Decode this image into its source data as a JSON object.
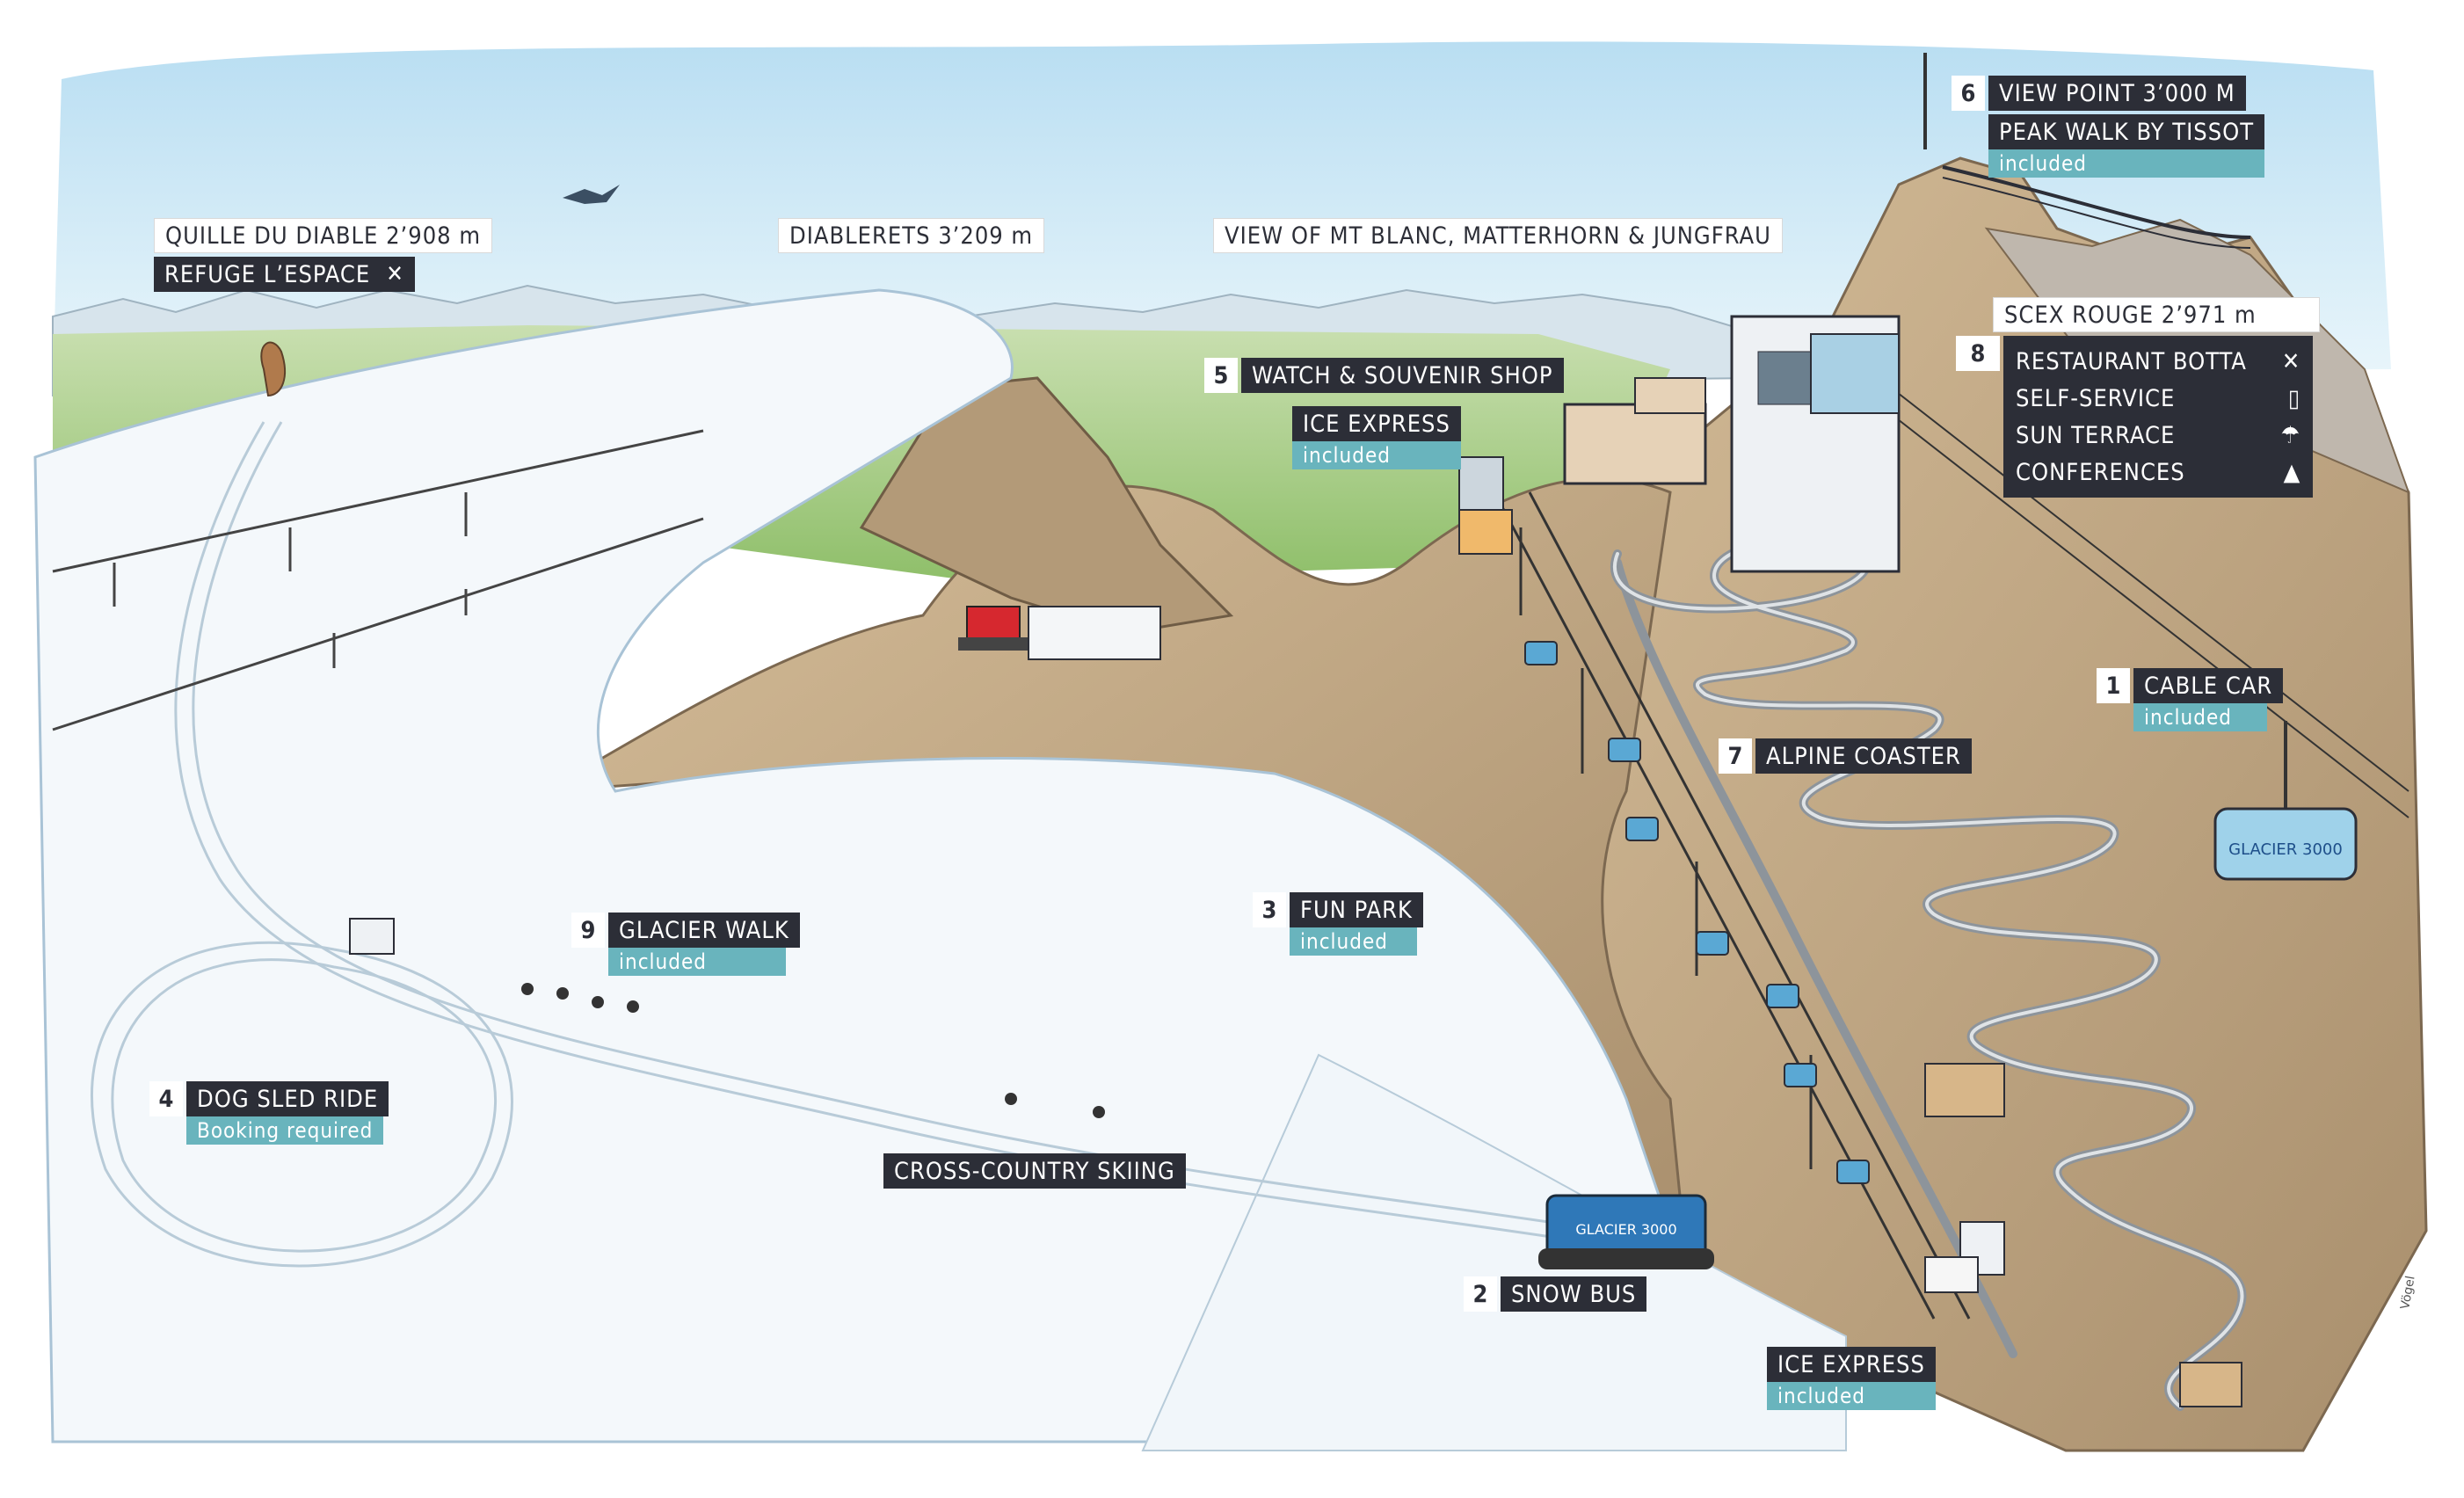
{
  "labels": {
    "quille": {
      "text": "QUILLE DU DIABLE 2’908 m"
    },
    "refuge": {
      "text": "REFUGE L’ESPACE",
      "icon": "fork-knife-icon"
    },
    "diablerets": {
      "text": "DIABLERETS 3’209 m"
    },
    "view": {
      "text": "VIEW OF MT BLANC, MATTERHORN & JUNGFRAU"
    },
    "viewpoint": {
      "num": "6",
      "text": "VIEW POINT 3’000 M"
    },
    "peakwalk": {
      "text": "PEAK WALK BY TISSOT",
      "sub": "included"
    },
    "scex": {
      "text": "SCEX ROUGE 2’971 m"
    },
    "scex_list": {
      "num": "8",
      "items": [
        {
          "text": "RESTAURANT BOTTA",
          "icon": "fork-knife-icon"
        },
        {
          "text": "SELF-SERVICE",
          "icon": "self-service-icon"
        },
        {
          "text": "SUN TERRACE",
          "icon": "umbrella-icon"
        },
        {
          "text": "CONFERENCES",
          "icon": "conference-icon"
        }
      ]
    },
    "shop": {
      "num": "5",
      "text": "WATCH & SOUVENIR SHOP"
    },
    "iceexpress_top": {
      "text": "ICE EXPRESS",
      "sub": "included"
    },
    "cablecar": {
      "num": "1",
      "text": "CABLE CAR",
      "sub": "included"
    },
    "coaster": {
      "num": "7",
      "text": "ALPINE COASTER"
    },
    "funpark": {
      "num": "3",
      "text": "FUN PARK",
      "sub": "included"
    },
    "glacierwalk": {
      "num": "9",
      "text": "GLACIER WALK",
      "sub": "included"
    },
    "dogsled": {
      "num": "4",
      "text": "DOG SLED RIDE",
      "sub": "Booking required"
    },
    "crosscountry": {
      "text": "CROSS-COUNTRY SKIING"
    },
    "snowbus": {
      "num": "2",
      "text": "SNOW BUS"
    },
    "iceexpress_bottom": {
      "text": "ICE EXPRESS",
      "sub": "included"
    }
  },
  "scene": {
    "gondola_text": "GLACIER 3000",
    "bus_text": "GLACIER 3000",
    "signature": "Vögel"
  },
  "colors": {
    "label_dark": "#2c2e37",
    "label_sub": "#69b4bd",
    "rock": "#c7ae8c",
    "snow": "#eef5fa",
    "sky": "#cfe8f5"
  }
}
